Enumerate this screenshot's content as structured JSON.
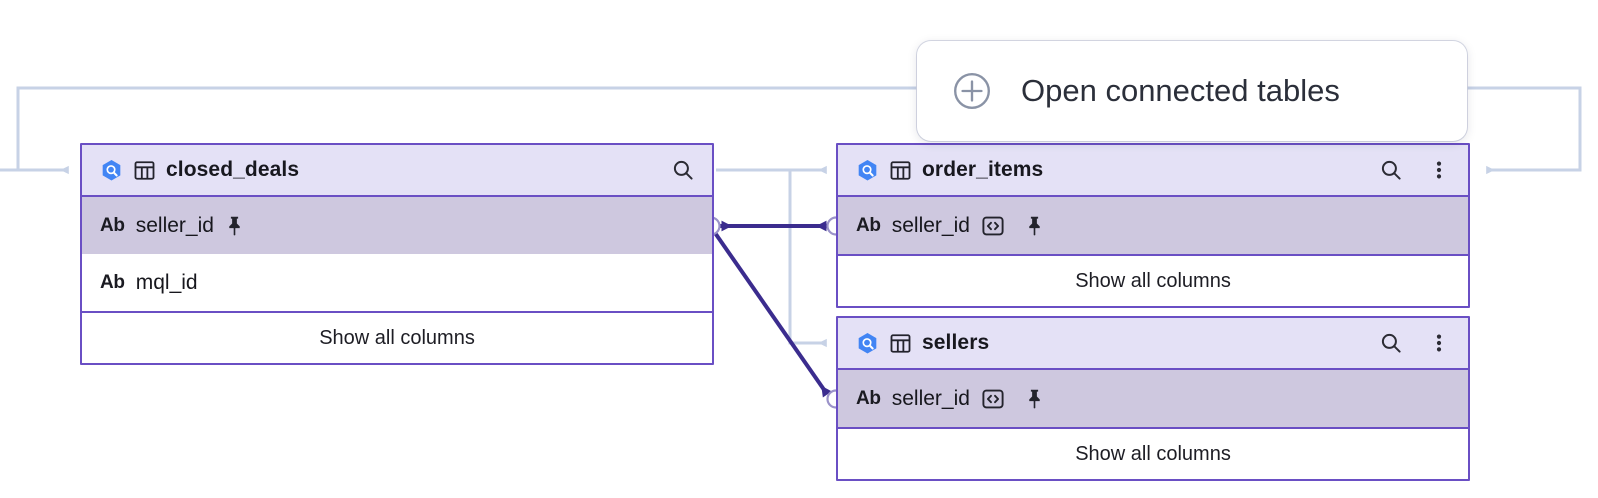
{
  "canvas": {
    "background": "#ffffff",
    "routing_line_color": "#C7D2E6",
    "relation_color": "#3B2C8E",
    "table_border_color": "#6A4FC4",
    "table_header_bg": "#E4E1F6",
    "selected_row_bg": "#CEC8DF"
  },
  "tooltip": {
    "label": "Open connected tables",
    "icon": "plus-circle-icon"
  },
  "tables": [
    {
      "id": "closed_deals",
      "title": "closed_deals",
      "source_icon": "bigquery-icon",
      "type_icon": "table-grid-icon",
      "actions": [
        {
          "name": "search-icon",
          "visible": true
        },
        {
          "name": "kebab-menu-icon",
          "visible": false
        }
      ],
      "columns": [
        {
          "ab_icon": "Ab",
          "name": "seller_id",
          "selected": true,
          "has_code_icon": false,
          "has_pin_icon": true
        },
        {
          "ab_icon": "Ab",
          "name": "mql_id",
          "selected": false,
          "has_code_icon": false,
          "has_pin_icon": false
        }
      ],
      "footer_label": "Show all columns"
    },
    {
      "id": "order_items",
      "title": "order_items",
      "source_icon": "bigquery-icon",
      "type_icon": "table-grid-icon",
      "actions": [
        {
          "name": "search-icon",
          "visible": true
        },
        {
          "name": "kebab-menu-icon",
          "visible": true
        }
      ],
      "columns": [
        {
          "ab_icon": "Ab",
          "name": "seller_id",
          "selected": true,
          "has_code_icon": true,
          "has_pin_icon": true
        }
      ],
      "footer_label": "Show all columns"
    },
    {
      "id": "sellers",
      "title": "sellers",
      "source_icon": "bigquery-icon",
      "type_icon": "table-grid-icon",
      "actions": [
        {
          "name": "search-icon",
          "visible": true
        },
        {
          "name": "kebab-menu-icon",
          "visible": true
        }
      ],
      "columns": [
        {
          "ab_icon": "Ab",
          "name": "seller_id",
          "selected": true,
          "has_code_icon": true,
          "has_pin_icon": true
        }
      ],
      "footer_label": "Show all columns"
    }
  ],
  "relationships": [
    {
      "from": "closed_deals.seller_id",
      "to": "order_items.seller_id",
      "bidirectional": true
    },
    {
      "from": "closed_deals.seller_id",
      "to": "sellers.seller_id",
      "bidirectional": false
    }
  ]
}
